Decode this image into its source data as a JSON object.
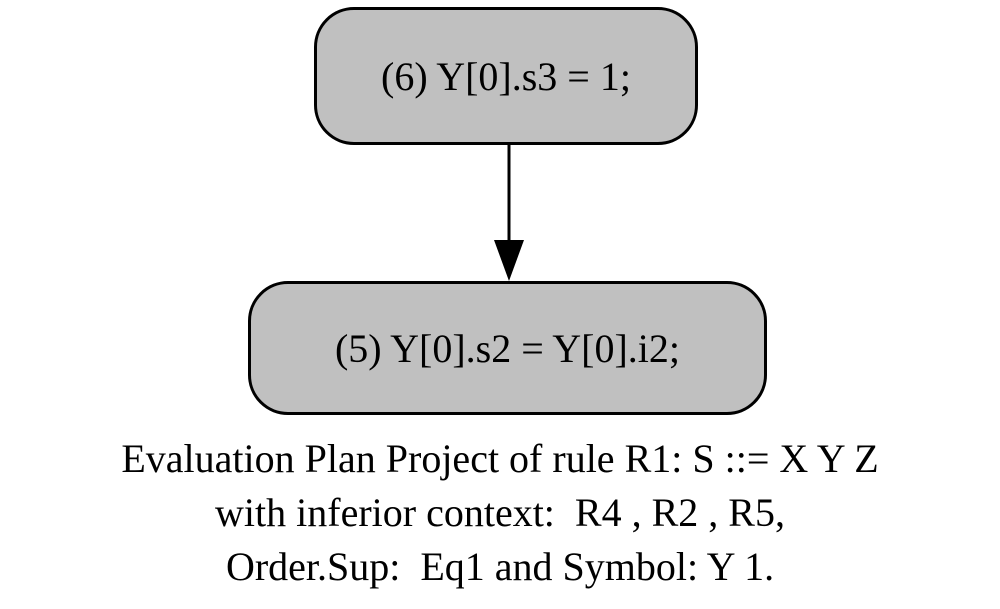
{
  "diagram": {
    "nodes": [
      {
        "id": "6",
        "label": "(6) Y[0].s3 = 1;"
      },
      {
        "id": "5",
        "label": "(5) Y[0].s2 = Y[0].i2;"
      }
    ],
    "edges": [
      {
        "from": "6",
        "to": "5"
      }
    ],
    "caption": {
      "line1": "Evaluation Plan Project of rule R1: S ::= X Y Z",
      "line2": "with inferior context:  R4 , R2 , R5,",
      "line3": "Order.Sup:  Eq1 and Symbol: Y 1."
    },
    "colors": {
      "node_fill": "#c0c0c0",
      "node_border": "#000000",
      "edge": "#000000",
      "background": "#ffffff"
    }
  }
}
